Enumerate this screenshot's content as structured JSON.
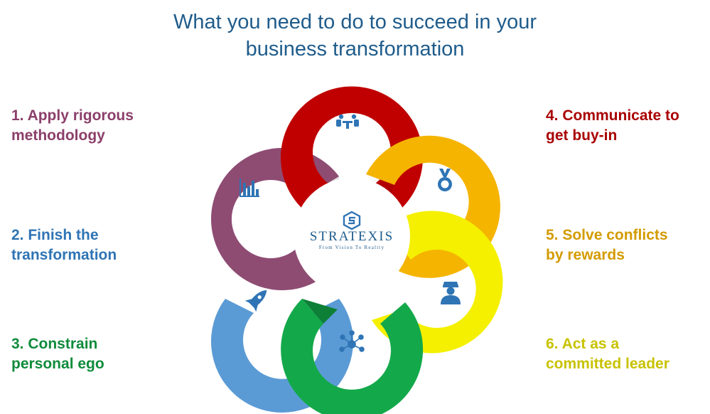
{
  "title": {
    "line1": "What you need to do to succeed in your",
    "line2": "business transformation"
  },
  "steps": [
    {
      "line1": "1. Apply rigorous",
      "line2": "methodology",
      "color": "#8b3f6a",
      "icon": "bar-chart-icon"
    },
    {
      "line1": "2. Finish the",
      "line2": "transformation",
      "color": "#2f74b5",
      "icon": "rocket-icon"
    },
    {
      "line1": "3. Constrain",
      "line2": "personal ego",
      "color": "#0f8b3b",
      "icon": "network-icon"
    },
    {
      "line1": "4. Communicate to",
      "line2": "get buy-in",
      "color": "#a80000",
      "icon": "meeting-icon"
    },
    {
      "line1": "5. Solve conflicts",
      "line2": "by rewards",
      "color": "#d39b00",
      "icon": "medal-icon"
    },
    {
      "line1": "6. Act as a",
      "line2": "committed leader",
      "color": "#c8c200",
      "icon": "officer-icon"
    }
  ],
  "logo": {
    "name": "STRATEXIS",
    "tagline": "From Vision To Reality"
  },
  "petal_colors": {
    "red": "#c00000",
    "orange": "#f5b400",
    "yellow": "#f4f000",
    "green": "#13a94a",
    "blue": "#5b9bd5",
    "purple": "#8e4c73"
  }
}
